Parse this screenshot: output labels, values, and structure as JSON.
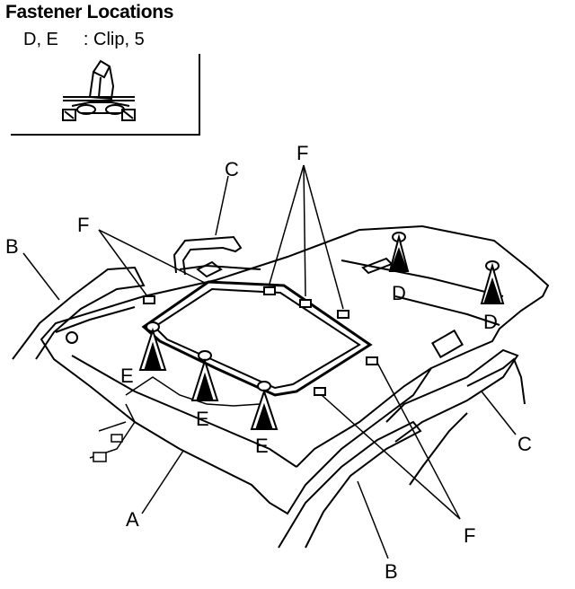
{
  "header": {
    "title": "Fastener Locations",
    "legend_codes": "D, E",
    "legend_desc": ": Clip, 5"
  },
  "labels": {
    "A": "A",
    "B": "B",
    "C": "C",
    "D": "D",
    "E": "E",
    "F": "F"
  }
}
